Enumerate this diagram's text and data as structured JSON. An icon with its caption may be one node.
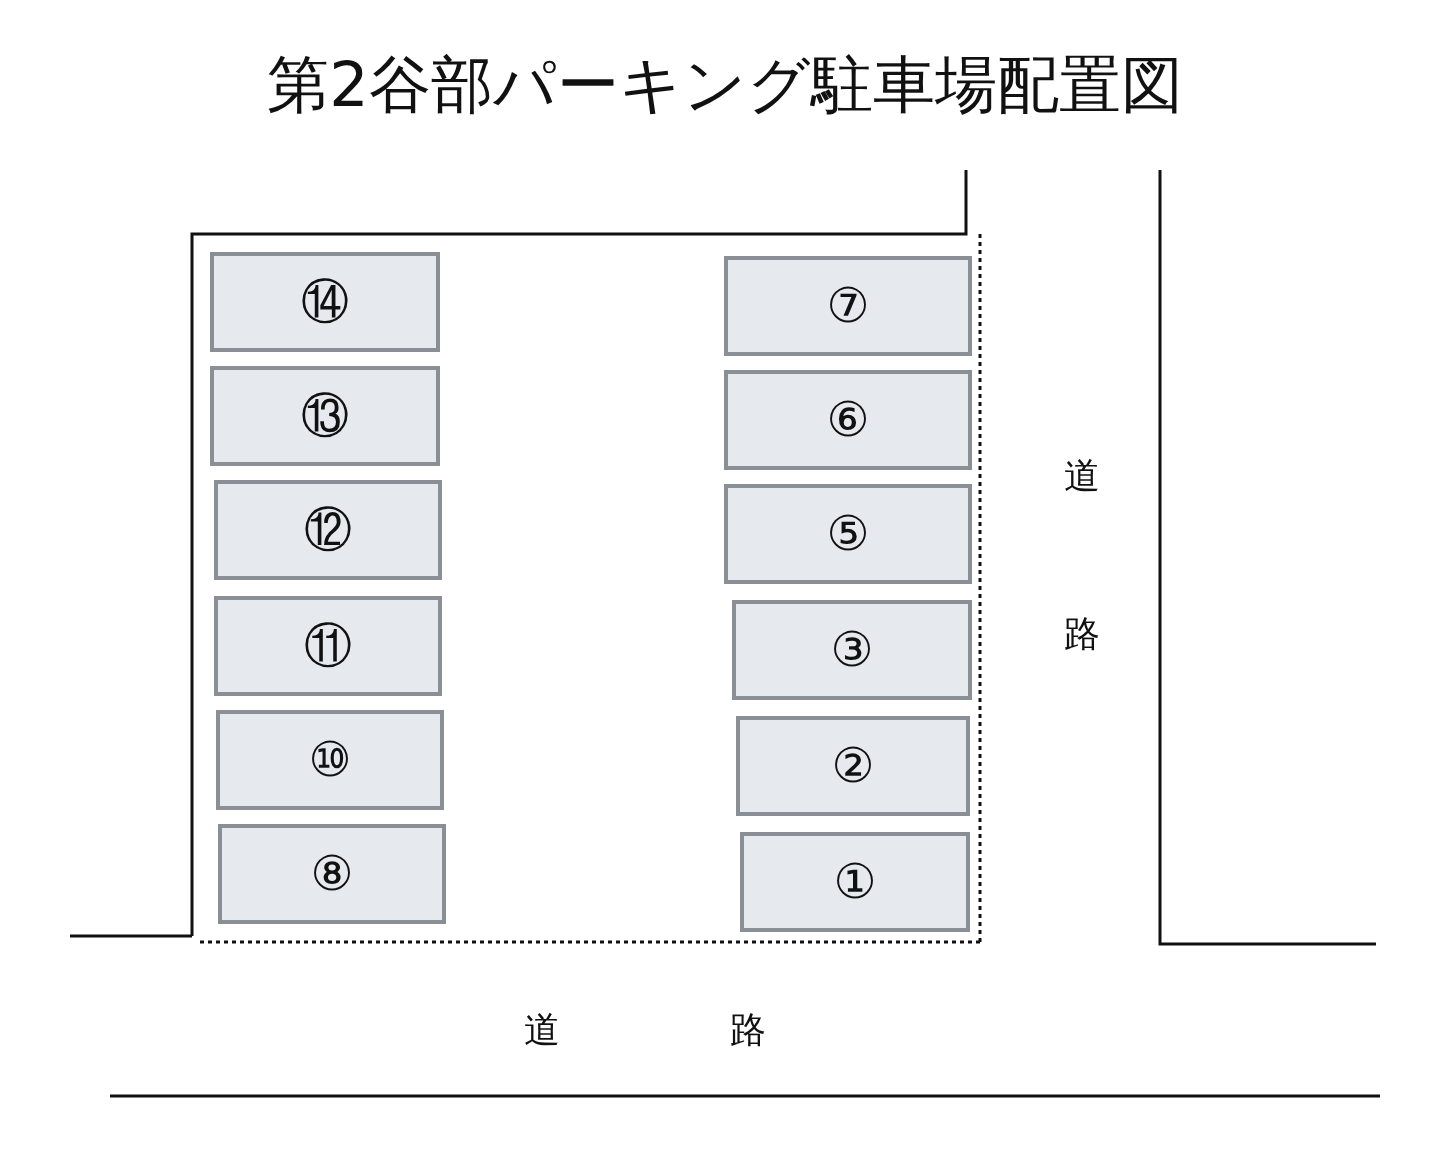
{
  "diagram": {
    "title": "第2谷部パーキング駐車場配置図",
    "nodes": [
      {
        "text": [
          "⑭"
        ]
      },
      {
        "text": [
          "⑬"
        ]
      },
      {
        "text": [
          "⑫"
        ]
      },
      {
        "text": [
          "⑪"
        ]
      },
      {
        "text": [
          "⑩"
        ]
      },
      {
        "text": [
          "⑧"
        ]
      },
      {
        "text": [
          "⑦"
        ]
      },
      {
        "text": [
          "⑥"
        ]
      },
      {
        "text": [
          "⑤"
        ]
      },
      {
        "text": [
          "③"
        ]
      },
      {
        "text": [
          "②"
        ]
      },
      {
        "text": [
          "①"
        ]
      }
    ],
    "labels": [
      "道路",
      "道路"
    ]
  }
}
